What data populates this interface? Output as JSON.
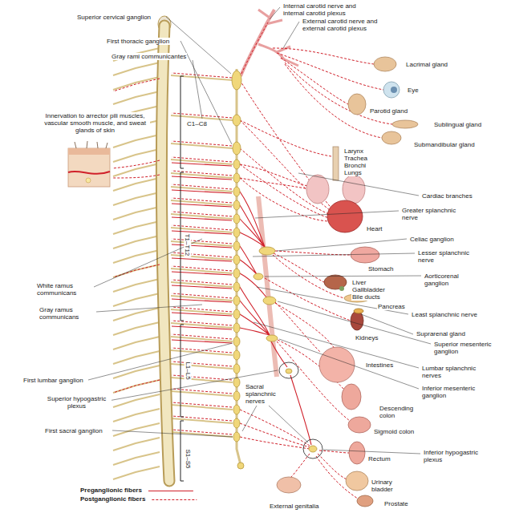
{
  "diagram": {
    "labels": [
      "Superior cervical ganglion",
      "Internal carotid nerve and internal carotid plexus",
      "External carotid nerve and external carotid plexus",
      "First thoracic ganglion",
      "Gray rami communicantes",
      "Lacrimal gland",
      "Eye",
      "Innervation to arrector pili muscles, vascular smooth muscle, and sweat glands of skin",
      "C1–C8",
      "Parotid gland",
      "Sublingual gland",
      "Submandibular gland",
      "Larynx",
      "Trachea",
      "Bronchi",
      "Lungs",
      "Cardiac branches",
      "Greater splanchnic nerve",
      "T1–T12",
      "Heart",
      "Celiac ganglion",
      "Lesser splanchnic nerve",
      "Stomach",
      "Aorticorenal ganglion",
      "Liver",
      "Gallbladder",
      "Bile ducts",
      "White ramus communicans",
      "Pancreas",
      "Least splanchnic nerve",
      "Gray ramus communicans",
      "Suprarenal gland",
      "Kidneys",
      "Superior mesenteric ganglion",
      "Intestines",
      "Lumbar splanchnic nerves",
      "First lumbar ganglion",
      "Inferior mesenteric ganglion",
      "L1–L5",
      "Superior hypogastric plexus",
      "Sacral splanchnic nerves",
      "Descending colon",
      "First sacral ganglion",
      "Sigmoid colon",
      "S1–S5",
      "Rectum",
      "Inferior hypogastric plexus",
      "Urinary bladder",
      "Prostate",
      "External genitalia"
    ],
    "legend": [
      {
        "text": "Preganglionic fibers"
      },
      {
        "text": "Postganglionic fibers"
      }
    ]
  }
}
